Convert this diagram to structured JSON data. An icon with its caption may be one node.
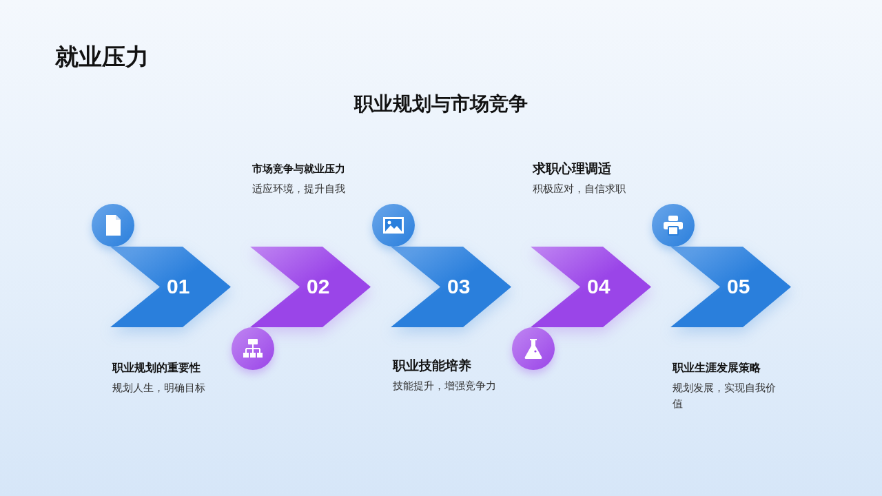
{
  "diagram": {
    "title": "就业压力",
    "nodes": [
      {
        "text": [
          "01"
        ],
        "beside": [
          "职业规划的重要性",
          "规划人生，明确目标"
        ]
      },
      {
        "text": [
          "02"
        ],
        "beside": [
          "市场竞争与就业压力",
          "适应环境，提升自我"
        ]
      },
      {
        "text": [
          "03"
        ],
        "beside": [
          "职业技能培养",
          "技能提升，增强竞争力"
        ]
      },
      {
        "text": [
          "04"
        ],
        "beside": [
          "求职心理调适",
          "积极应对，自信求职"
        ]
      },
      {
        "text": [
          "05"
        ],
        "beside": [
          "职业生涯发展策略",
          "规划发展，实现自我价值"
        ]
      }
    ],
    "labels": [
      "职业规划与市场竞争"
    ]
  }
}
